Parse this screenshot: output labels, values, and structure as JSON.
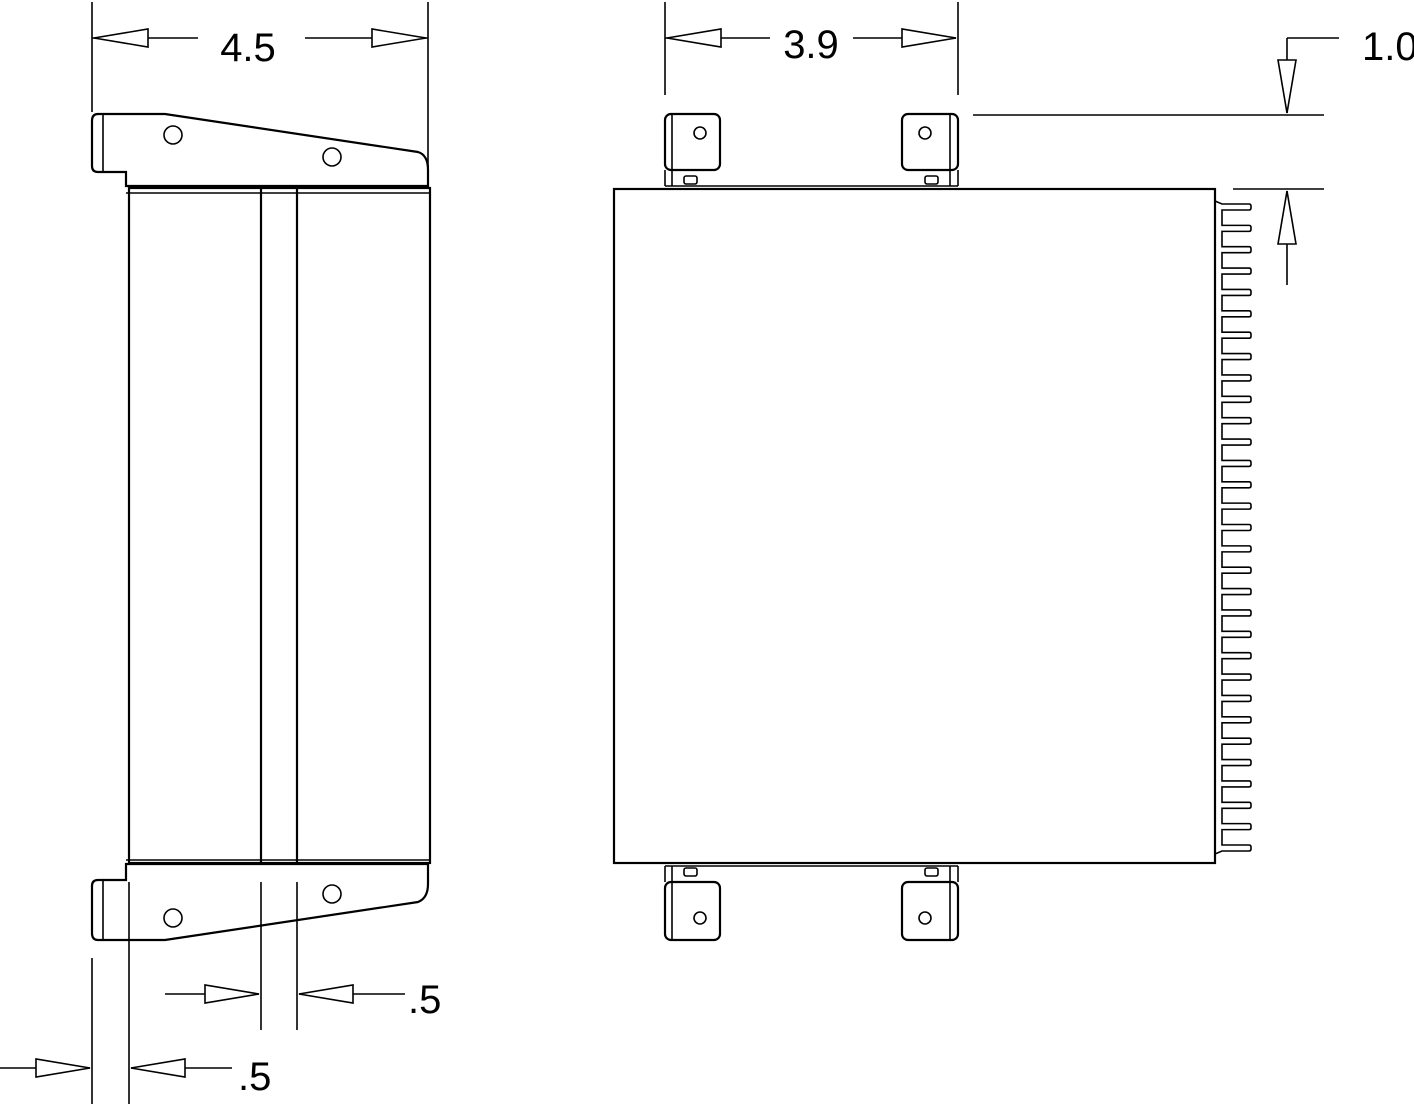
{
  "dimensions": {
    "side_width": "4.5",
    "mount_spacing": "3.9",
    "bracket_height": "1.0",
    "center_slot": ".5",
    "flange": ".5"
  },
  "fins": {
    "count": 31
  }
}
